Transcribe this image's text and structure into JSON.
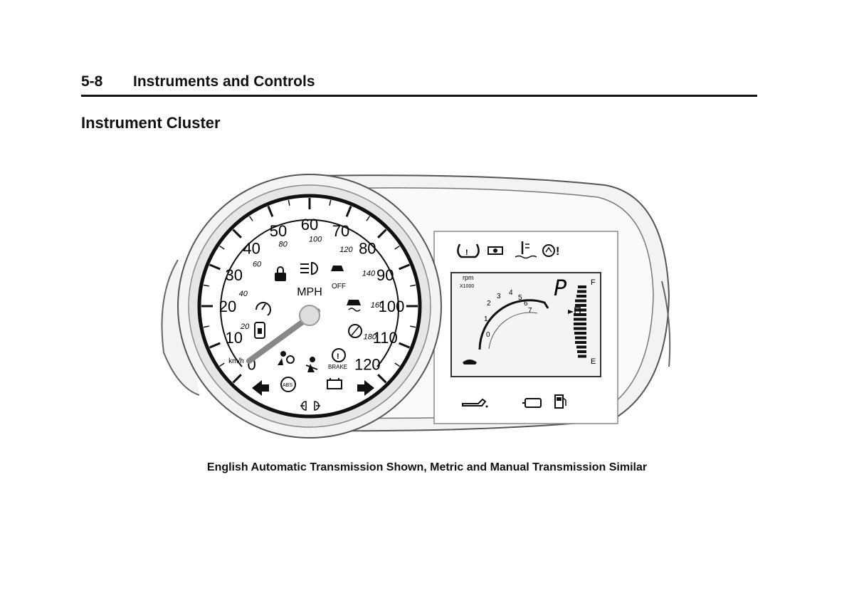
{
  "header": {
    "page_number": "5-8",
    "title": "Instruments and Controls"
  },
  "section": {
    "title": "Instrument Cluster"
  },
  "speedometer": {
    "mph_labels": [
      "0",
      "10",
      "20",
      "30",
      "40",
      "50",
      "60",
      "70",
      "80",
      "90",
      "100",
      "110",
      "120"
    ],
    "kmh_labels": [
      "20",
      "40",
      "60",
      "80",
      "100",
      "120",
      "140",
      "160",
      "180"
    ],
    "unit_primary": "MPH",
    "unit_secondary": "km/h",
    "off_label": "OFF",
    "brake_label": "BRAKE",
    "abs_label": "ABS"
  },
  "display": {
    "rpm_label": "rpm",
    "rpm_multiplier": "X1000",
    "rpm_ticks": [
      "0",
      "1",
      "2",
      "3",
      "4",
      "5",
      "6",
      "7"
    ],
    "gear": "P",
    "fuel_full": "F",
    "fuel_empty": "E"
  },
  "icons": [
    "tire-pressure-icon",
    "engine-coolant-icon",
    "temperature-icon",
    "security-icon",
    "door-lock-icon",
    "headlamp-icon",
    "traction-off-icon",
    "cruise-icon",
    "traction-control-icon",
    "door-ajar-icon",
    "stabilitrak-icon",
    "airbag-icon",
    "seatbelt-icon",
    "brake-icon",
    "turn-left-icon",
    "turn-right-icon",
    "abs-icon",
    "battery-icon",
    "fog-lamp-icon",
    "oil-pressure-icon",
    "check-engine-icon",
    "fuel-icon"
  ],
  "caption": "English Automatic Transmission Shown, Metric and Manual Transmission Similar"
}
